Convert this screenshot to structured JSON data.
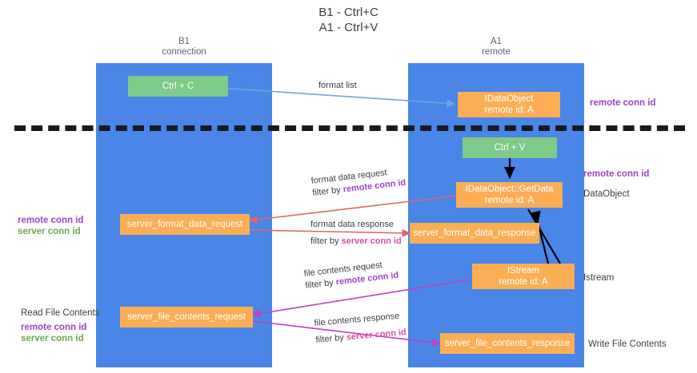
{
  "title": "B1 - Ctrl+C\nA1 - Ctrl+V",
  "columns": {
    "left": "B1\nconnection",
    "right": "A1\nremote"
  },
  "colors": {
    "lane": "#4a86e8",
    "green_node": "#7fc98a",
    "orange_node": "#fbae54",
    "remote_conn_id": "#9c42c8",
    "server_conn_id_green": "#6aa84f",
    "server_conn_id_pink": "#d64fa8",
    "divider": "#1a1a1a",
    "arrow_blue": "#6fa8dc",
    "arrow_red": "#e06666",
    "arrow_magenta": "#c040c0",
    "arrow_black": "#000000"
  },
  "nodes": {
    "ctrl_c": "Ctrl + C",
    "ctrl_v": "Ctrl + V",
    "idataobject": "IDataObject\nremote id: A",
    "idataobject_getdata": "IDataObject::GetData\nremote id: A",
    "istream": "IStream\nremote id: A",
    "server_format_data_request": "server_format_data_request",
    "server_format_data_response": "server_format_data_response",
    "server_file_contents_request": "server_file_contents_request",
    "server_file_contents_response": "server_file_contents_response"
  },
  "edges": {
    "format_list": "format list",
    "format_data_request": "format data request",
    "format_data_request_filter_prefix": "filter by ",
    "format_data_request_filter_key": "remote conn id",
    "format_data_response": "format data response",
    "format_data_response_filter_prefix": "filter by ",
    "format_data_response_filter_key": "server conn id",
    "file_contents_request": "file contents request",
    "file_contents_request_filter_prefix": "filter by ",
    "file_contents_request_filter_key": "remote conn id",
    "file_contents_response": "file contents response",
    "file_contents_response_filter_prefix": "filter by ",
    "file_contents_response_filter_key": "server conn id"
  },
  "annotations": {
    "right_remote_conn_id_top": "remote conn id",
    "right_remote_conn_id_mid": "remote conn id",
    "right_dataobject": "DataObject",
    "right_istream": "Istream",
    "right_write_file_contents": "Write File Contents",
    "left_remote_conn_id": "remote conn id",
    "left_server_conn_id": "server conn id",
    "left_read_file_contents": "Read File Contents",
    "left_bottom_remote_conn_id": "remote conn id",
    "left_bottom_server_conn_id": "server conn id"
  }
}
